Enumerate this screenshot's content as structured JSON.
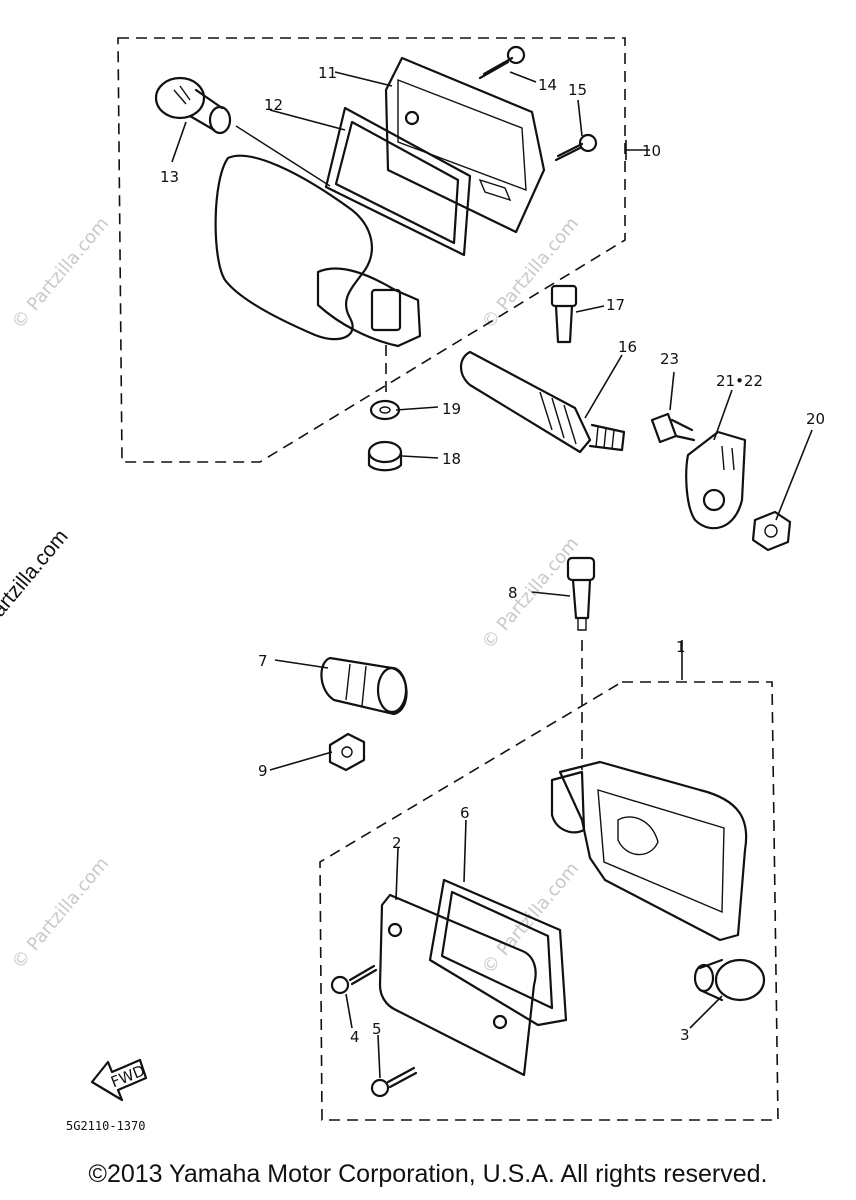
{
  "diagram": {
    "part_code": "5G2110-1370",
    "front_arrow_label": "FWD",
    "callouts": [
      "1",
      "2",
      "3",
      "4",
      "5",
      "6",
      "7",
      "8",
      "9",
      "10",
      "11",
      "12",
      "13",
      "14",
      "15",
      "16",
      "17",
      "18",
      "19",
      "20",
      "21•22",
      "23"
    ]
  },
  "watermark": {
    "text": "© Partzilla.com"
  },
  "footer": {
    "copyright": "©2013 Yamaha Motor Corporation, U.S.A. All rights reserved."
  }
}
